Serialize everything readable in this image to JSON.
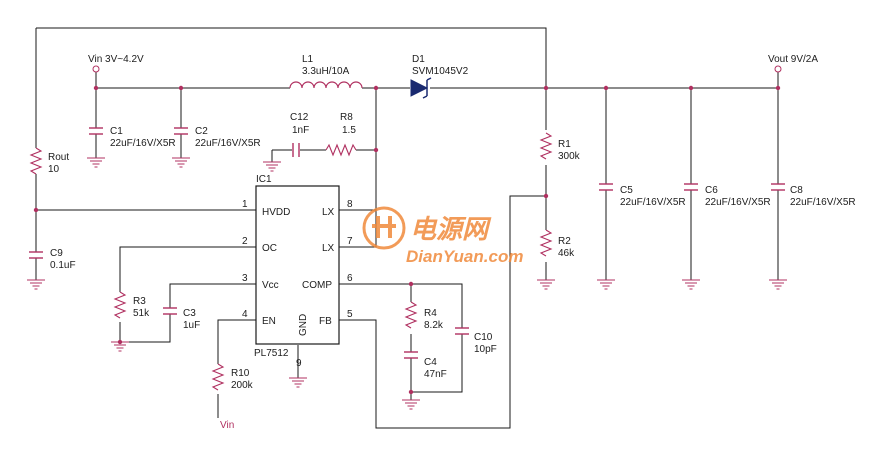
{
  "nets": {
    "vin": "Vin 3V~4.2V",
    "vout": "Vout 9V/2A",
    "vin_tag": "Vin"
  },
  "ic": {
    "ref": "IC1",
    "part": "PL7512",
    "pins": [
      {
        "num": "1",
        "name": "HVDD"
      },
      {
        "num": "2",
        "name": "OC"
      },
      {
        "num": "3",
        "name": "Vcc"
      },
      {
        "num": "4",
        "name": "EN"
      },
      {
        "num": "5",
        "name": "FB"
      },
      {
        "num": "6",
        "name": "COMP"
      },
      {
        "num": "7",
        "name": "LX"
      },
      {
        "num": "8",
        "name": "LX"
      },
      {
        "num": "9",
        "name": "GND"
      }
    ]
  },
  "components": {
    "l1": {
      "ref": "L1",
      "value": "3.3uH/10A"
    },
    "d1": {
      "ref": "D1",
      "value": "SVM1045V2"
    },
    "c1": {
      "ref": "C1",
      "value": "22uF/16V/X5R"
    },
    "c2": {
      "ref": "C2",
      "value": "22uF/16V/X5R"
    },
    "c3": {
      "ref": "C3",
      "value": "1uF"
    },
    "c4": {
      "ref": "C4",
      "value": "47nF"
    },
    "c5": {
      "ref": "C5",
      "value": "22uF/16V/X5R"
    },
    "c6": {
      "ref": "C6",
      "value": "22uF/16V/X5R"
    },
    "c8": {
      "ref": "C8",
      "value": "22uF/16V/X5R"
    },
    "c9": {
      "ref": "C9",
      "value": "0.1uF"
    },
    "c10": {
      "ref": "C10",
      "value": "10pF"
    },
    "c12": {
      "ref": "C12",
      "value": "1nF"
    },
    "r1": {
      "ref": "R1",
      "value": "300k"
    },
    "r2": {
      "ref": "R2",
      "value": "46k"
    },
    "r3": {
      "ref": "R3",
      "value": "51k"
    },
    "r4": {
      "ref": "R4",
      "value": "8.2k"
    },
    "r8": {
      "ref": "R8",
      "value": "1.5"
    },
    "r10": {
      "ref": "R10",
      "value": "200k"
    },
    "rout": {
      "ref": "Rout",
      "value": "10"
    }
  },
  "watermark": {
    "cn": "电源网",
    "en": "DianYuan.com"
  },
  "colors": {
    "wire": "#1a1a1a",
    "component": "#b03060",
    "text": "#202020",
    "watermark": "#f08a3c"
  }
}
